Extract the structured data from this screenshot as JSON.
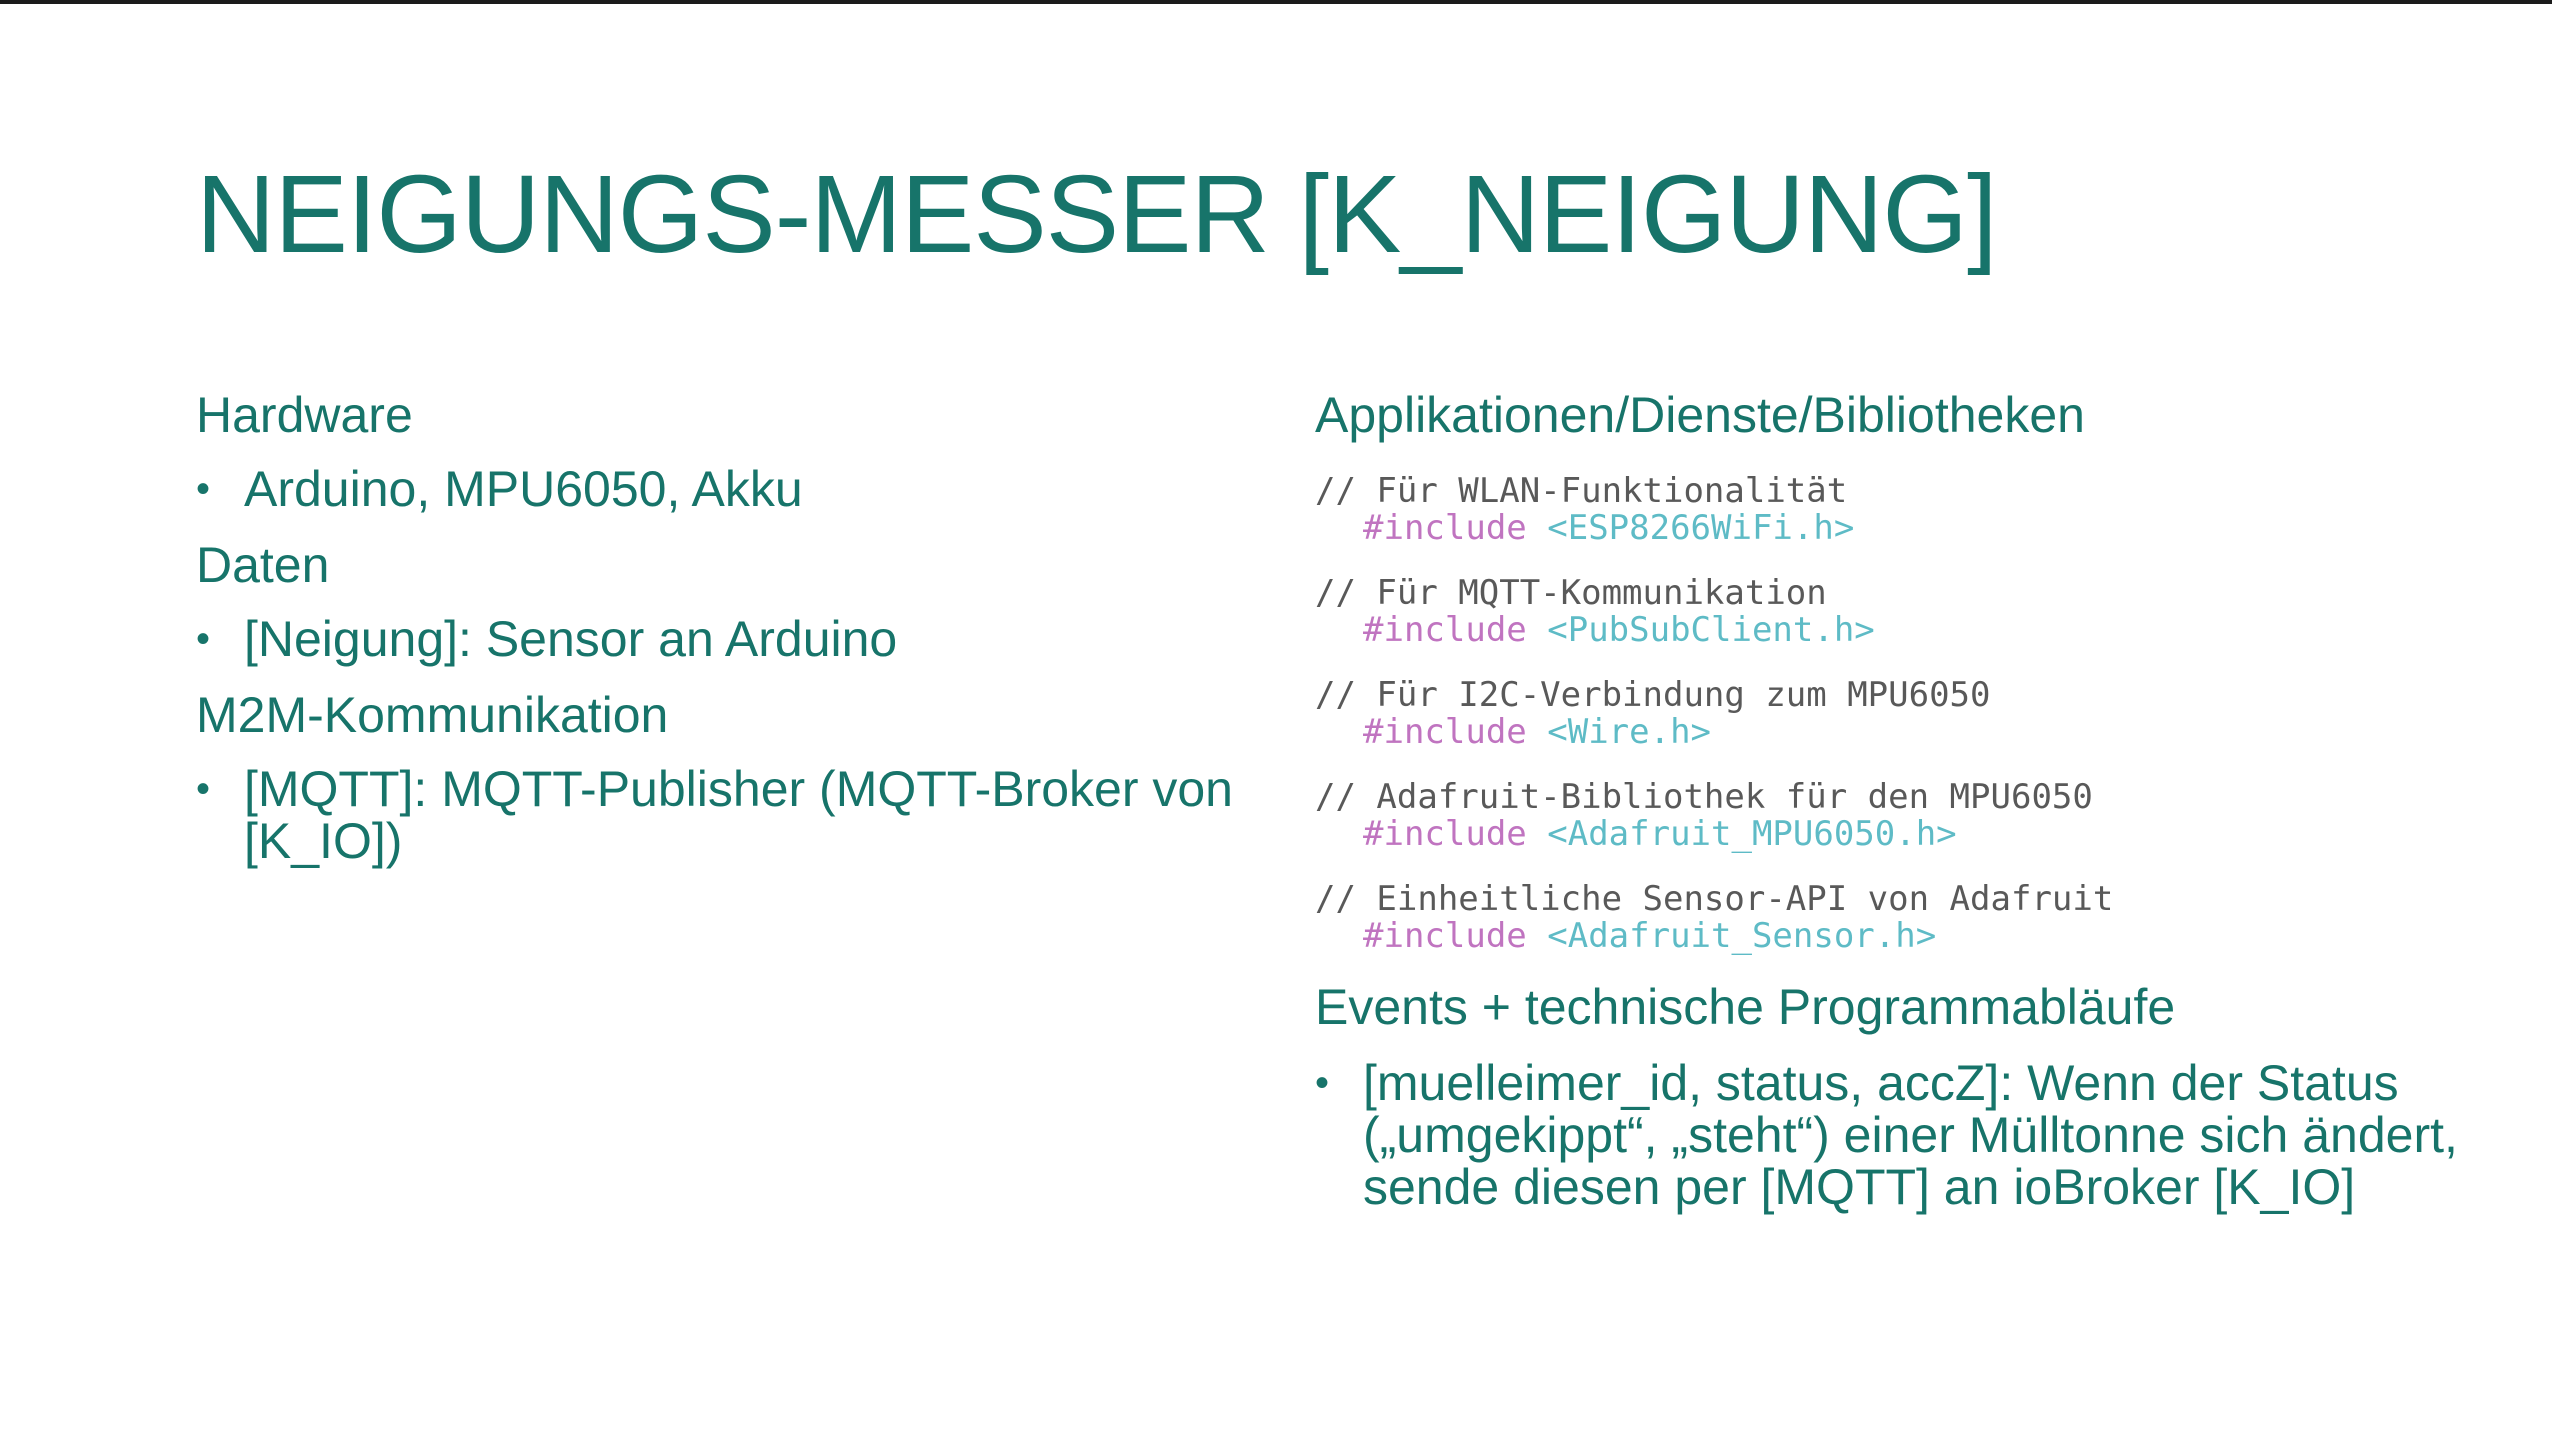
{
  "title": "NEIGUNGS-MESSER [K_NEIGUNG]",
  "left": {
    "hardware_heading": "Hardware",
    "hardware_item": "Arduino, MPU6050, Akku",
    "daten_heading": "Daten",
    "daten_item": "[Neigung]: Sensor an Arduino",
    "m2m_heading": "M2M-Kommunikation",
    "m2m_item": "[MQTT]: MQTT-Publisher (MQTT-Broker von [K_IO])"
  },
  "right": {
    "apps_heading": "Applikationen/Dienste/Bibliotheken",
    "code": [
      {
        "comment": "// Für WLAN-Funktionalität",
        "keyword": "#include",
        "header": "<ESP8266WiFi.h>"
      },
      {
        "comment": "// Für MQTT-Kommunikation",
        "keyword": "#include",
        "header": "<PubSubClient.h>"
      },
      {
        "comment": "// Für I2C-Verbindung zum MPU6050",
        "keyword": "#include",
        "header": "<Wire.h>"
      },
      {
        "comment": "// Adafruit-Bibliothek für den MPU6050",
        "keyword": "#include",
        "header": "<Adafruit_MPU6050.h>"
      },
      {
        "comment": "// Einheitliche Sensor-API von Adafruit",
        "keyword": "#include",
        "header": "<Adafruit_Sensor.h>"
      }
    ],
    "events_heading": "Events + technische Programmabläufe",
    "events_item": "[muelleimer_id, status, accZ]: Wenn der Status („umgekippt“, „steht“) einer Mülltonne sich ändert, sende diesen per [MQTT] an ioBroker [K_IO]"
  },
  "bullet_glyph": "•",
  "colors": {
    "text": "#17746a",
    "comment": "#595959",
    "keyword": "#c074c0",
    "header": "#5ebbc6"
  }
}
